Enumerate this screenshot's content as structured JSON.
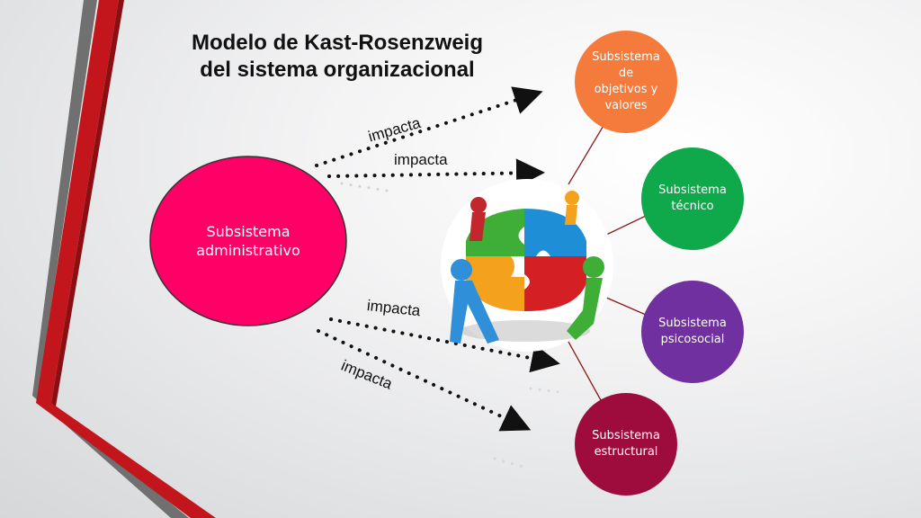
{
  "title": {
    "line1": "Modelo de Kast-Rosenzweig",
    "line2": "del sistema organizacional"
  },
  "nodes": {
    "administrativo": {
      "line1": "Subsistema",
      "line2": "administrativo",
      "color": "#ff0066"
    },
    "objetivos": {
      "line1": "Subsistema",
      "line2": "de",
      "line3": "objetivos y",
      "line4": "valores",
      "color": "#f47b3c"
    },
    "tecnico": {
      "line1": "Subsistema",
      "line2": "técnico",
      "color": "#0fa84b"
    },
    "psicosocial": {
      "line1": "Subsistema",
      "line2": "psicosocial",
      "color": "#7030a0"
    },
    "estructural": {
      "line1": "Subsistema",
      "line2": "estructural",
      "color": "#9e0b3d"
    }
  },
  "edges": {
    "impacta_1": "impacta",
    "impacta_2": "impacta",
    "impacta_3": "impacta",
    "impacta_4": "impacta"
  },
  "icons": {
    "illustration": "puzzle-team-icon"
  }
}
